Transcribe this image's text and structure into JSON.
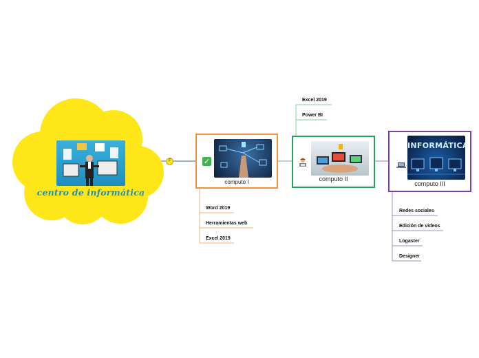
{
  "central": {
    "title": "centro de informática",
    "connector_badge": "F"
  },
  "branches": [
    {
      "id": "computo-1",
      "label": "computo I",
      "icon": "check-mark-icon",
      "color": "#f0923c",
      "topics": [
        "Word 2019",
        "Herramientas web",
        "Excel 2019"
      ]
    },
    {
      "id": "computo-2",
      "label": "computo II",
      "icon": "person-at-computer-icon",
      "color": "#27a05a",
      "topics": [
        "Excel 2019",
        "Power BI"
      ]
    },
    {
      "id": "computo-3",
      "label": "computo III",
      "icon": "laptop-icon",
      "color": "#7b3fa8",
      "banner": "INFORMÁTICA",
      "topics": [
        "Redes sociales",
        "Edición de videos",
        "Logaster",
        "Designer"
      ]
    }
  ],
  "colors": {
    "cloud": "#ffe619",
    "connector": "#9fb6c7"
  }
}
